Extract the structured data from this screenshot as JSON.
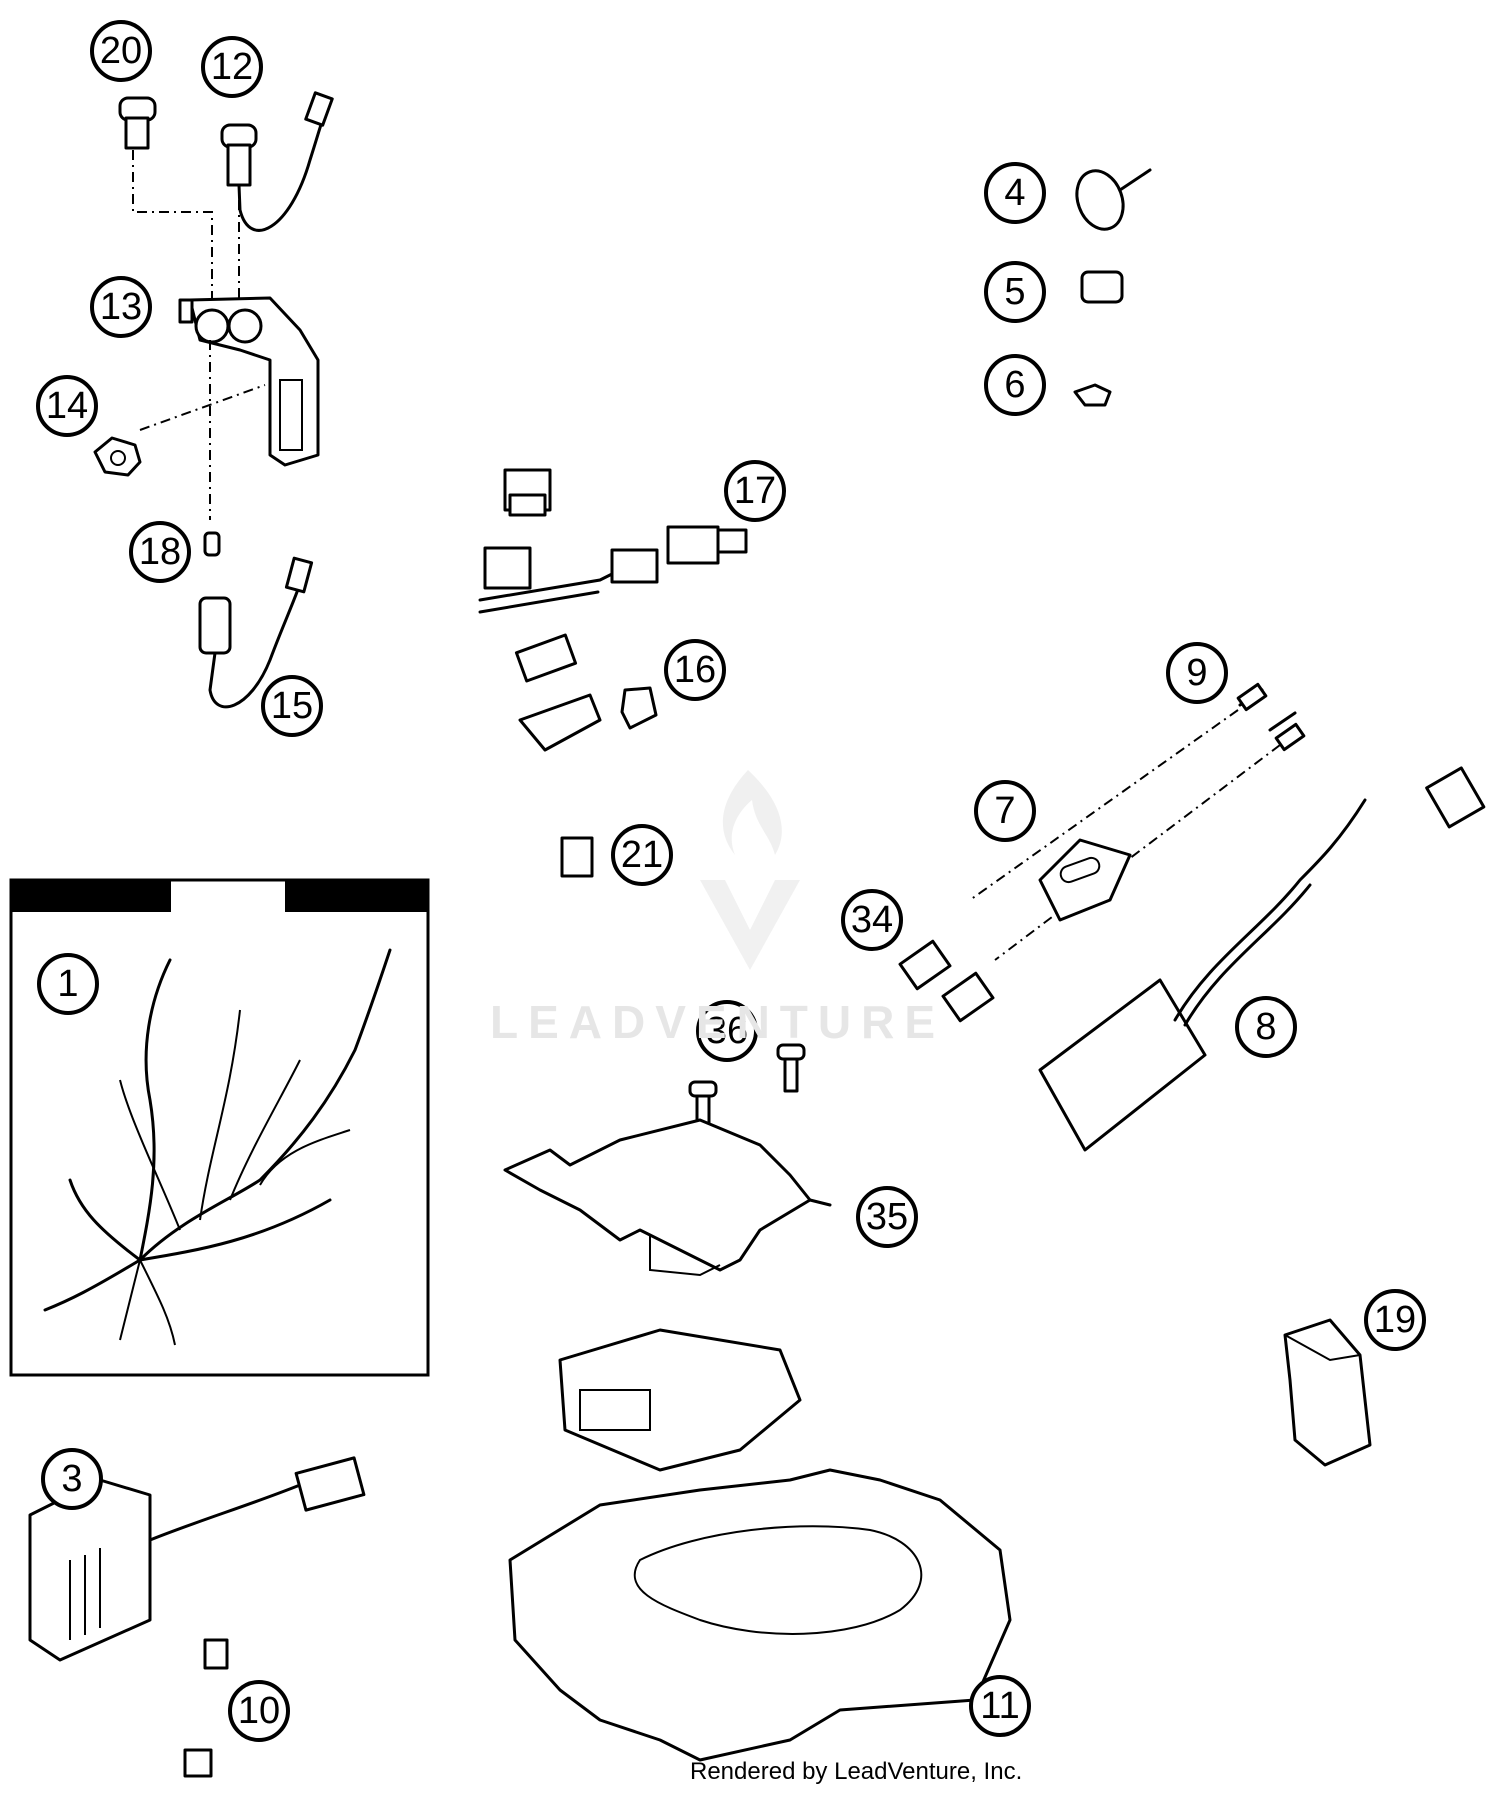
{
  "callouts": [
    "20",
    "12",
    "13",
    "14",
    "18",
    "15",
    "17",
    "16",
    "21",
    "4",
    "5",
    "6",
    "9",
    "7",
    "34",
    "8",
    "36",
    "35",
    "1",
    "3",
    "10",
    "11",
    "19"
  ],
  "watermark": "LEADVENTURE",
  "footer": "Rendered by LeadVenture, Inc."
}
